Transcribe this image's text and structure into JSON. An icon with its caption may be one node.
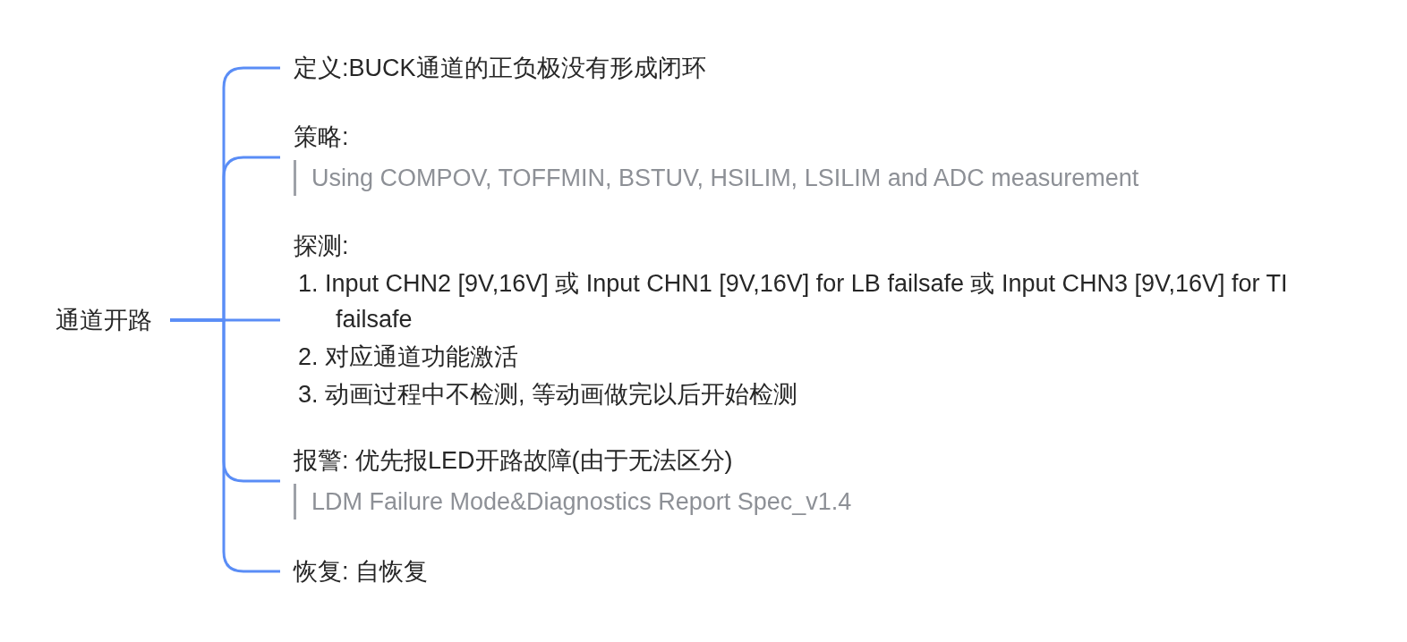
{
  "diagram": {
    "nodes": [
      {
        "text": [
          "通道开路"
        ]
      },
      {
        "text": [
          "定义:BUCK通道的正负极没有形成闭环"
        ]
      },
      {
        "text": [
          "策略:",
          "Using COMPOV, TOFFMIN, BSTUV, HSILIM, LSILIM and ADC measurement"
        ]
      },
      {
        "text": [
          "探测:",
          "1. Input CHN2 [9V,16V] 或 Input CHN1 [9V,16V] for LB failsafe 或 Input CHN3 [9V,16V] for TI failsafe",
          "2. 对应通道功能激活",
          "3. 动画过程中不检测, 等动画做完以后开始检测"
        ]
      },
      {
        "text": [
          "报警: 优先报LED开路故障(由于无法区分)",
          "LDM Failure Mode&Diagnostics Report Spec_v1.4"
        ]
      },
      {
        "text": [
          "恢复: 自恢复"
        ]
      }
    ],
    "edges": [
      {
        "from": 0,
        "to": 1,
        "arrow": "none"
      },
      {
        "from": 0,
        "to": 2,
        "arrow": "none"
      },
      {
        "from": 0,
        "to": 3,
        "arrow": "none"
      },
      {
        "from": 0,
        "to": 4,
        "arrow": "none"
      },
      {
        "from": 0,
        "to": 5,
        "arrow": "none"
      }
    ]
  }
}
